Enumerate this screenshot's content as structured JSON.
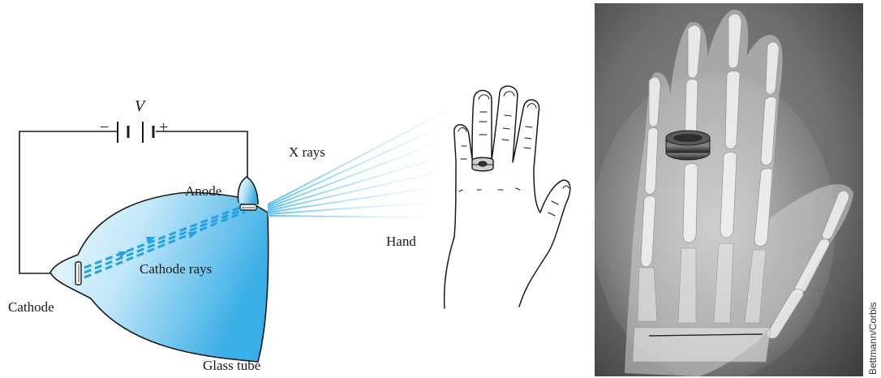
{
  "diagram": {
    "labels": {
      "voltage": "V",
      "minus": "−",
      "plus": "+",
      "anode": "Anode",
      "cathode": "Cathode",
      "cathode_rays": "Cathode rays",
      "glass_tube": "Glass tube",
      "x_rays": "X rays",
      "hand": "Hand"
    },
    "colors": {
      "glass_light": "#eaf7fd",
      "glass_dark": "#3fb1e8",
      "ray": "#23a3e2",
      "wire": "#1a1a1a"
    }
  },
  "photo": {
    "credit": "Bettmann/Corbis"
  }
}
